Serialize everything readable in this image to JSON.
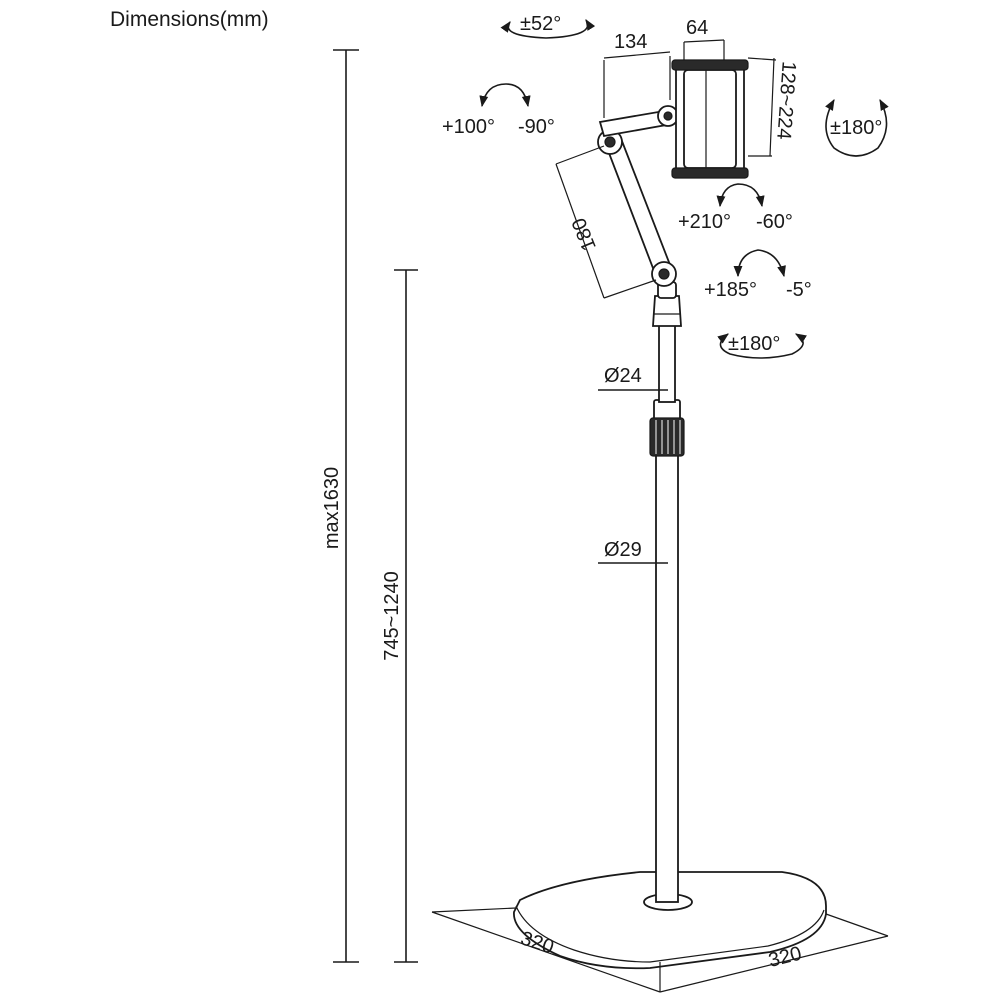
{
  "title": "Dimensions(mm)",
  "dims": {
    "max_height": "max1630",
    "height_range": "745~1240",
    "upper_arm": "180",
    "holder_depth": "134",
    "holder_width": "64",
    "holder_clamp": "128~224",
    "upper_tube": "Ø24",
    "lower_tube": "Ø29",
    "base_depth": "320",
    "base_width": "320"
  },
  "angles": {
    "tilt_top": "±52°",
    "arm_up": "+100°",
    "arm_down": "-90°",
    "rotate_holder": "±180°",
    "holder_up": "+210°",
    "holder_down": "-60°",
    "joint_up": "+185°",
    "joint_down": "-5°",
    "swivel": "±180°"
  }
}
